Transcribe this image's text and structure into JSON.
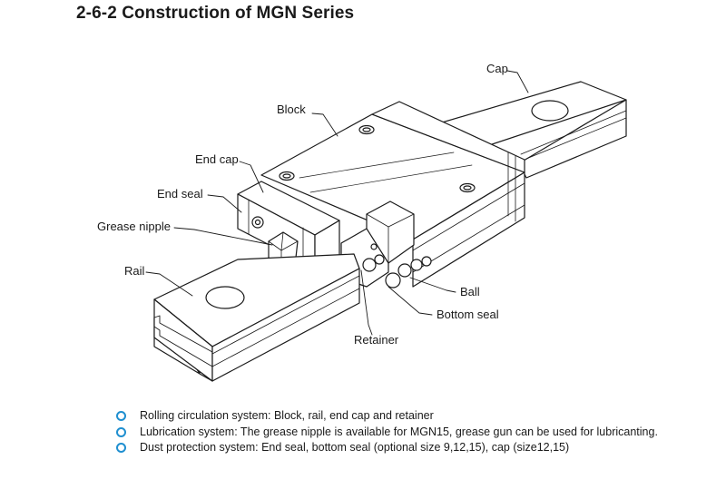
{
  "title": "2-6-2 Construction of MGN Series",
  "labels": {
    "cap": "Cap",
    "block": "Block",
    "end_cap": "End cap",
    "end_seal": "End seal",
    "grease_nipple": "Grease nipple",
    "rail": "Rail",
    "ball": "Ball",
    "bottom_seal": "Bottom seal",
    "retainer": "Retainer"
  },
  "bullets": [
    "Rolling circulation system: Block, rail, end cap and retainer",
    "Lubrication system: The grease nipple is available for MGN15, grease gun can be used for lubricanting.",
    "Dust protection system: End seal, bottom seal (optional size 9,12,15), cap (size12,15)"
  ],
  "colors": {
    "bullet": "#1f8fd0",
    "line": "#1a1a1a",
    "fill": "#ffffff"
  }
}
